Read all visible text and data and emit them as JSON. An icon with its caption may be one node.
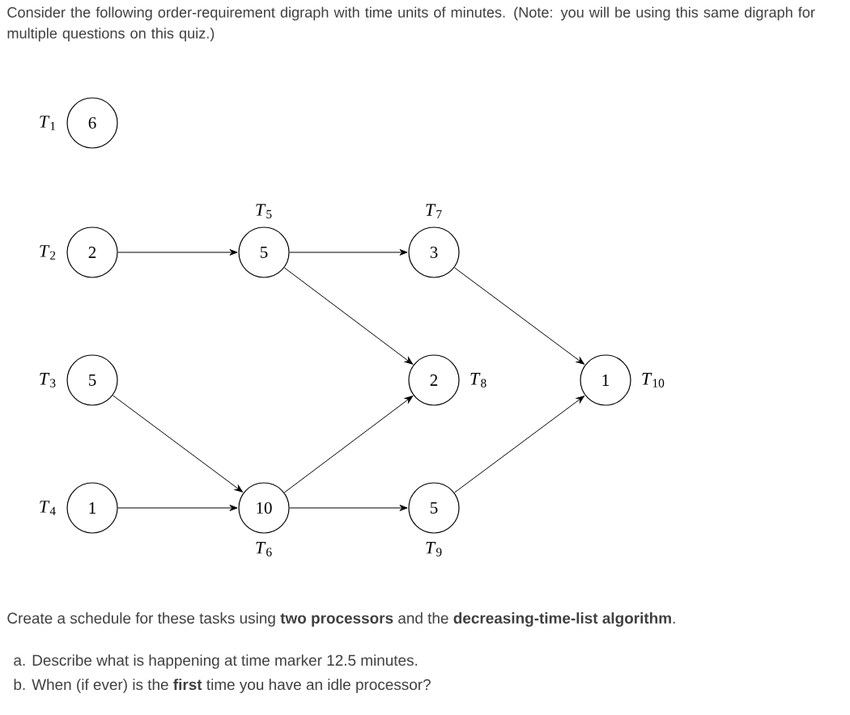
{
  "diagram": {
    "title": "Consider the following order-requirement digraph with time units of minutes.  (Note: you will be using this same digraph for multiple questions on this quiz.)",
    "nodes": [
      {
        "text": [
          "6"
        ],
        "beside": [
          "*T*$_{1}$"
        ]
      },
      {
        "text": [
          "2"
        ],
        "beside": [
          "*T*$_{2}$"
        ]
      },
      {
        "text": [
          "5"
        ],
        "beside": [
          "*T*$_{5}$"
        ]
      },
      {
        "text": [
          "3"
        ],
        "beside": [
          "*T*$_{7}$"
        ]
      },
      {
        "text": [
          "5"
        ],
        "beside": [
          "*T*$_{3}$"
        ]
      },
      {
        "text": [
          "2"
        ],
        "beside": [
          "*T*$_{8}$"
        ]
      },
      {
        "text": [
          "1"
        ],
        "beside": [
          "*T*$_{10}$"
        ]
      },
      {
        "text": [
          "1"
        ],
        "beside": [
          "*T*$_{4}$"
        ]
      },
      {
        "text": [
          "10"
        ],
        "beside": [
          "*T*$_{6}$"
        ]
      },
      {
        "text": [
          "5"
        ],
        "beside": [
          "*T*$_{9}$"
        ]
      }
    ],
    "edges": [
      {
        "from": 1,
        "to": 2,
        "arrow": "to"
      },
      {
        "from": 2,
        "to": 3,
        "arrow": "to"
      },
      {
        "from": 2,
        "to": 5,
        "arrow": "to"
      },
      {
        "from": 4,
        "to": 8,
        "arrow": "to"
      },
      {
        "from": 7,
        "to": 8,
        "arrow": "to"
      },
      {
        "from": 8,
        "to": 5,
        "arrow": "to"
      },
      {
        "from": 8,
        "to": 9,
        "arrow": "to"
      },
      {
        "from": 3,
        "to": 6,
        "arrow": "to"
      },
      {
        "from": 9,
        "to": 6,
        "arrow": "to"
      }
    ],
    "labels": [
      "Create a schedule for these tasks using **two processors** and the **decreasing-time-list algorithm**.",
      "a. Describe what is happening at time marker 12.5 minutes.",
      "b. When (if ever) is the **first** time you have an idle processor?"
    ]
  }
}
